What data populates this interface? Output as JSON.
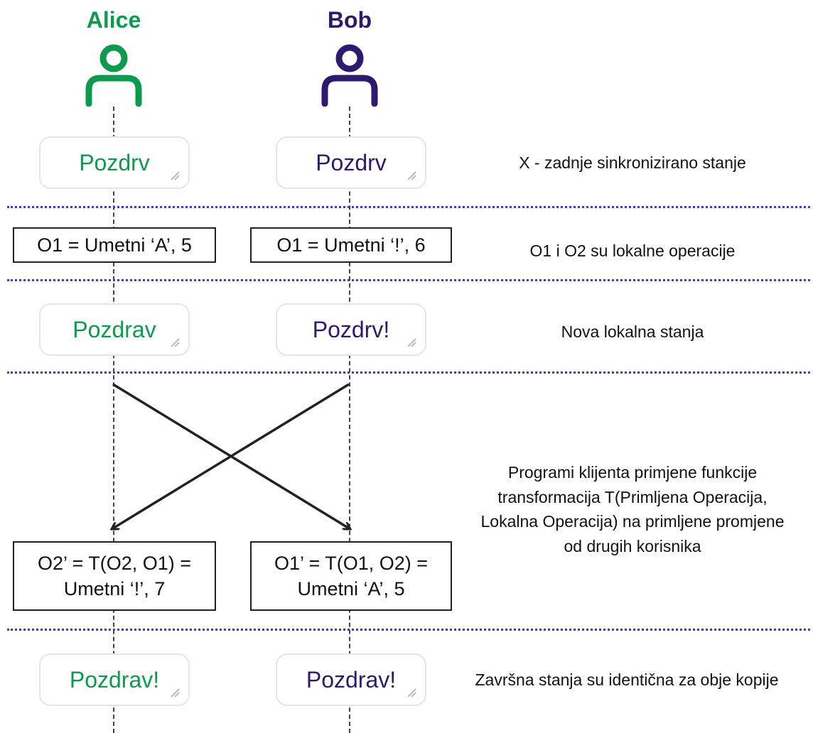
{
  "actors": {
    "alice": {
      "name": "Alice",
      "color": "#0e9a4e"
    },
    "bob": {
      "name": "Bob",
      "color": "#2d1a6e"
    }
  },
  "icons": {
    "alice_icon": "person-icon",
    "bob_icon": "person-icon",
    "grip_icon": "resize-grip-icon"
  },
  "stages": {
    "initial": {
      "alice_text": "Pozdrv",
      "bob_text": "Pozdrv",
      "note": "X - zadnje sinkronizirano stanje"
    },
    "operations": {
      "alice_op": "O1 = Umetni ‘A’, 5",
      "bob_op": "O1 = Umetni ‘!’, 6",
      "note": "O1 i O2 su lokalne operacije"
    },
    "local": {
      "alice_text": "Pozdrav",
      "bob_text": "Pozdrv!",
      "note": "Nova lokalna stanja"
    },
    "transform": {
      "note": "Programi klijenta primjene funkcije\ntransformacija T(Primljena Operacija,\nLokalna Operacija) na primljene promjene\nod drugih korisnika",
      "alice_op": "O2’ = T(O2, O1) =\nUmetni ‘!’, 7",
      "bob_op": "O1’ = T(O1, O2) =\nUmetni ‘A’, 5"
    },
    "final": {
      "alice_text": "Pozdrav!",
      "bob_text": "Pozdrav!",
      "note": "Završna stanja su identična za obje kopije"
    }
  },
  "colors": {
    "separator": "#3b3bd9",
    "textbox_border": "#e6e6e6"
  }
}
